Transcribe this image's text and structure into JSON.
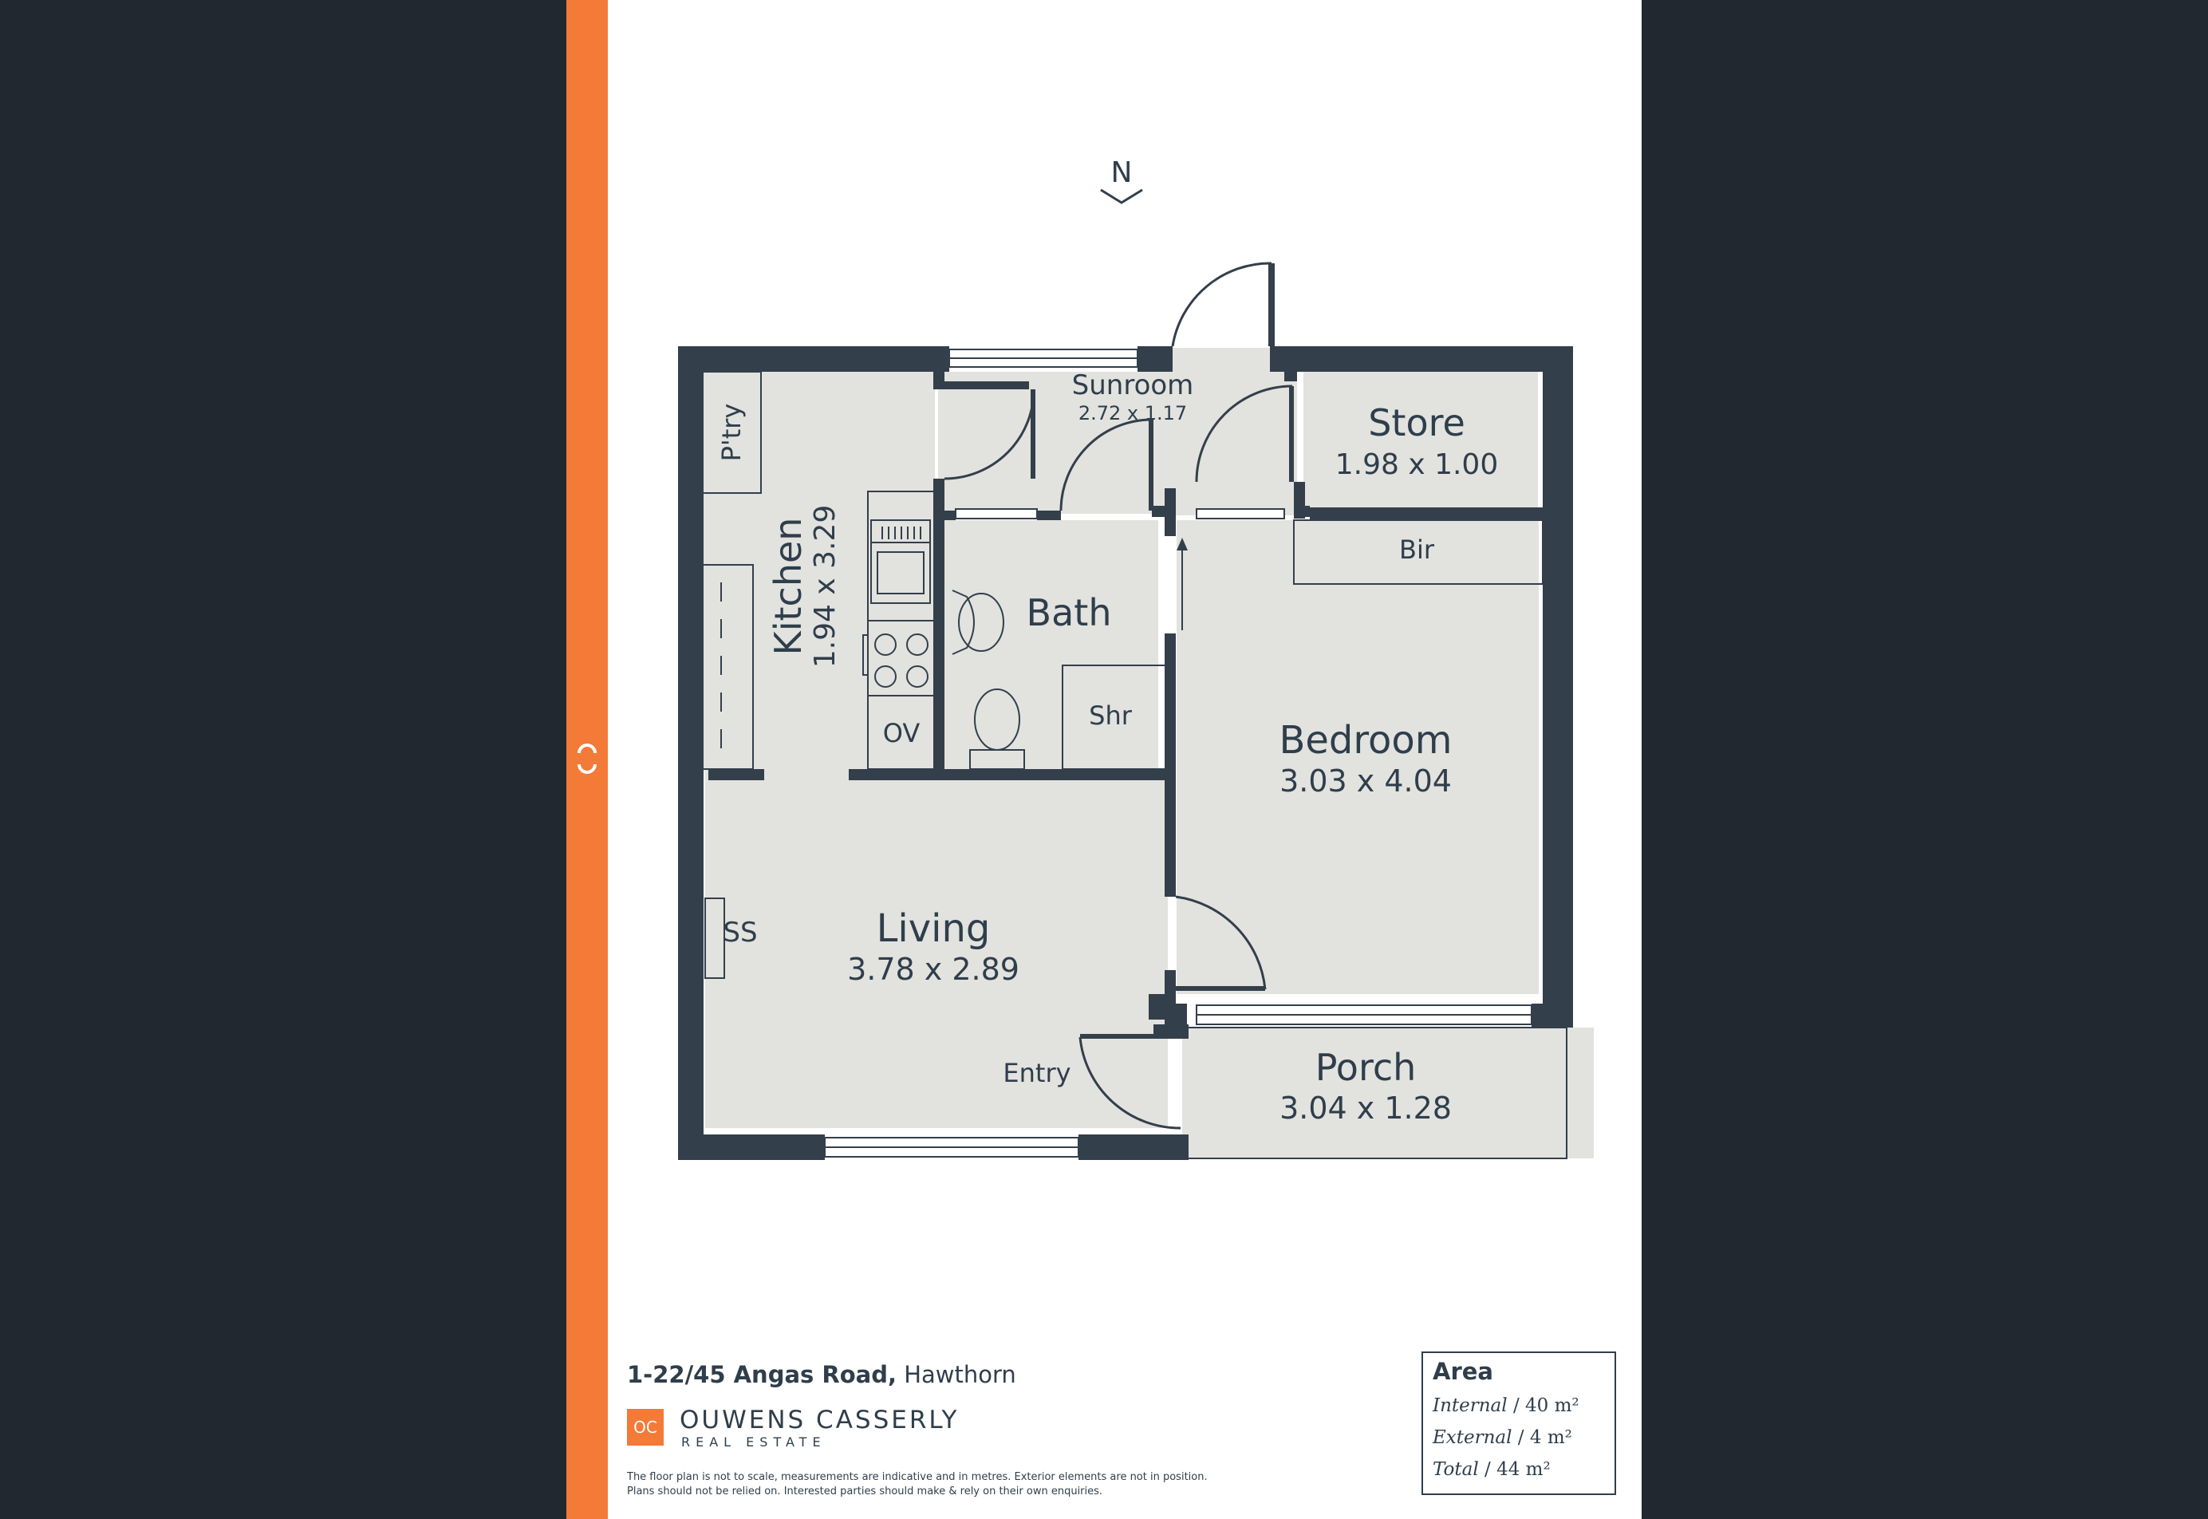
{
  "compass": {
    "letter": "N"
  },
  "rooms": {
    "sunroom": {
      "name": "Sunroom",
      "size": "2.72 x 1.17"
    },
    "store": {
      "name": "Store",
      "size": "1.98 x 1.00"
    },
    "pantry": {
      "name": "P'try"
    },
    "kitchen": {
      "name": "Kitchen",
      "size": "1.94 x 3.29"
    },
    "bath": {
      "name": "Bath"
    },
    "shower": {
      "name": "Shr"
    },
    "oven": {
      "name": "OV"
    },
    "bir": {
      "name": "Bir"
    },
    "bedroom": {
      "name": "Bedroom",
      "size": "3.03 x 4.04"
    },
    "living": {
      "name": "Living",
      "size": "3.78 x 2.89"
    },
    "ss": {
      "name": "SS"
    },
    "entry": {
      "name": "Entry"
    },
    "porch": {
      "name": "Porch",
      "size": "3.04 x 1.28"
    }
  },
  "footer": {
    "address_bold": "1-22/45 Angas Road,",
    "address_suburb": "Hawthorn",
    "brand_initials": "OC",
    "brand_name": "OUWENS CASSERLY",
    "brand_sub": "REAL ESTATE",
    "disclaimer_line1": "The floor plan is not to scale, measurements are indicative and in metres. Exterior elements are not in position.",
    "disclaimer_line2": "Plans should not be relied on. Interested parties should make & rely on their own enquiries."
  },
  "area": {
    "title": "Area",
    "internal_label": "Internal",
    "internal_value": "40 m²",
    "external_label": "External",
    "external_value": "4 m²",
    "total_label": "Total",
    "total_value": "44 m²"
  },
  "colors": {
    "wall": "#333f4a",
    "floor": "#e2e2df",
    "accent": "#f47a38",
    "background": "#212830"
  }
}
